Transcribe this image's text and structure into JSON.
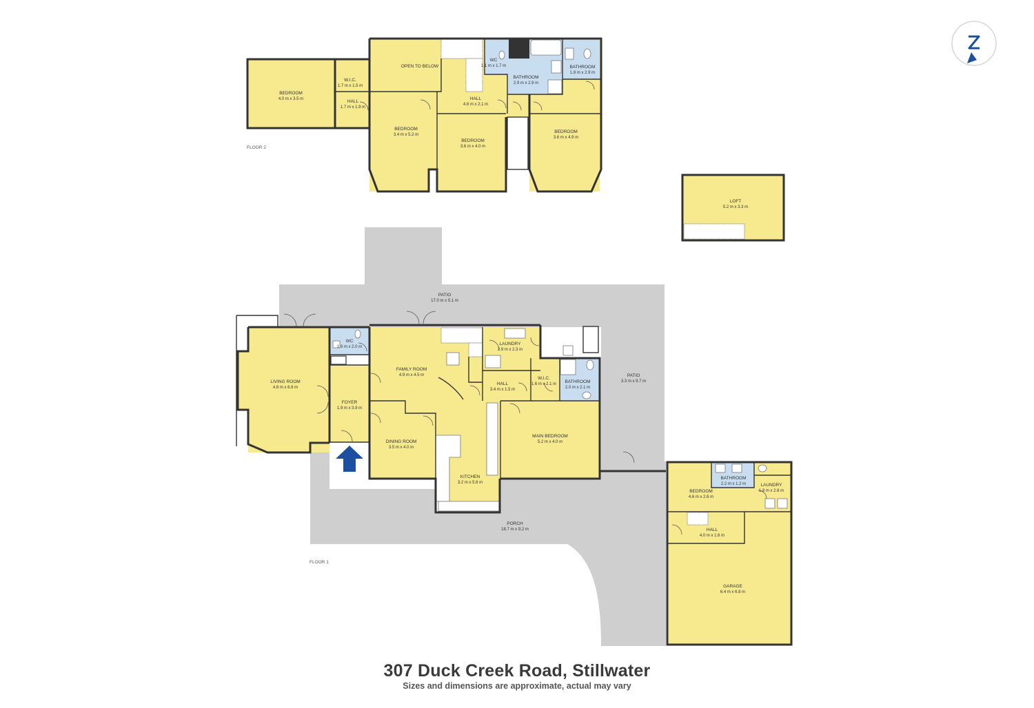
{
  "address": "307 Duck Creek Road, Stillwater",
  "disclaimer": "Sizes and dimensions are approximate, actual may vary",
  "compass_icon": "north-arrow-icon",
  "entrance_icon": "entrance-arrow-icon",
  "colors": {
    "room": "#f7e98e",
    "bathroom": "#c9ddf0",
    "outdoor": "#cfcfcf",
    "wall": "#333333",
    "entrance_arrow": "#1c4fa0"
  },
  "floors": {
    "floor2": {
      "label": "FLOOR 2",
      "rooms": [
        {
          "id": "f2-bedroom-west",
          "name": "BEDROOM",
          "dims": "4.0 m x 3.5 m"
        },
        {
          "id": "f2-wic",
          "name": "W.I.C.",
          "dims": "1.7 m x 1.5 m"
        },
        {
          "id": "f2-hall-small",
          "name": "HALL",
          "dims": "1.7 m x 1.9 m"
        },
        {
          "id": "f2-open-to-below",
          "name": "OPEN TO BELOW",
          "dims": ""
        },
        {
          "id": "f2-wc",
          "name": "WC",
          "dims": "1.1 m x 1.7 m"
        },
        {
          "id": "f2-bathroom-main",
          "name": "BATHROOM",
          "dims": "2.9 m x 2.9 m"
        },
        {
          "id": "f2-bathroom-east",
          "name": "BATHROOM",
          "dims": "1.8 m x 2.9 m"
        },
        {
          "id": "f2-hall",
          "name": "HALL",
          "dims": "4.8 m x 2.1 m"
        },
        {
          "id": "f2-bedroom-2",
          "name": "BEDROOM",
          "dims": "3.4 m x 5.2 m"
        },
        {
          "id": "f2-bedroom-3",
          "name": "BEDROOM",
          "dims": "3.6 m x 4.0 m"
        },
        {
          "id": "f2-bedroom-4",
          "name": "BEDROOM",
          "dims": "3.6 m x 4.9 m"
        }
      ]
    },
    "loft": {
      "name": "LOFT",
      "dims": "5.2 m x 3.3 m"
    },
    "floor1": {
      "label": "FLOOR 1",
      "rooms": [
        {
          "id": "f1-patio-north",
          "name": "PATIO",
          "dims": "17.0 m x 5.1 m"
        },
        {
          "id": "f1-wc",
          "name": "WC",
          "dims": "1.9 m x 2.0 m"
        },
        {
          "id": "f1-living",
          "name": "LIVING ROOM",
          "dims": "4.8 m x 6.6 m"
        },
        {
          "id": "f1-foyer",
          "name": "FOYER",
          "dims": "1.9 m x 3.9 m"
        },
        {
          "id": "f1-family",
          "name": "FAMILY ROOM",
          "dims": "4.9 m x 4.5 m"
        },
        {
          "id": "f1-laundry",
          "name": "LAUNDRY",
          "dims": "2.9 m x 2.3 m"
        },
        {
          "id": "f1-hall",
          "name": "HALL",
          "dims": "3.4 m x 1.5 m"
        },
        {
          "id": "f1-wic",
          "name": "W.I.C.",
          "dims": "1.6 m x 2.1 m"
        },
        {
          "id": "f1-bathroom",
          "name": "BATHROOM",
          "dims": "2.0 m x 2.1 m"
        },
        {
          "id": "f1-patio-east",
          "name": "PATIO",
          "dims": "3.3 m x 9.7 m"
        },
        {
          "id": "f1-dining",
          "name": "DINING ROOM",
          "dims": "3.5 m x 4.0 m"
        },
        {
          "id": "f1-main-bedroom",
          "name": "MAIN BEDROOM",
          "dims": "5.2 m x 4.0 m"
        },
        {
          "id": "f1-kitchen",
          "name": "KITCHEN",
          "dims": "3.2 m x 5.8 m"
        },
        {
          "id": "f1-porch",
          "name": "PORCH",
          "dims": "18.7 m x 9.2 m"
        },
        {
          "id": "f1-bathroom-annex",
          "name": "BATHROOM",
          "dims": "2.2 m x 1.2 m"
        },
        {
          "id": "f1-bedroom-annex",
          "name": "BEDROOM",
          "dims": "4.6 m x 2.6 m"
        },
        {
          "id": "f1-laundry-annex",
          "name": "LAUNDRY",
          "dims": "1.8 m x 2.6 m"
        },
        {
          "id": "f1-hall-annex",
          "name": "HALL",
          "dims": "4.0 m x 1.6 m"
        },
        {
          "id": "f1-garage",
          "name": "GARAGE",
          "dims": "6.4 m x 6.8 m"
        }
      ]
    }
  }
}
